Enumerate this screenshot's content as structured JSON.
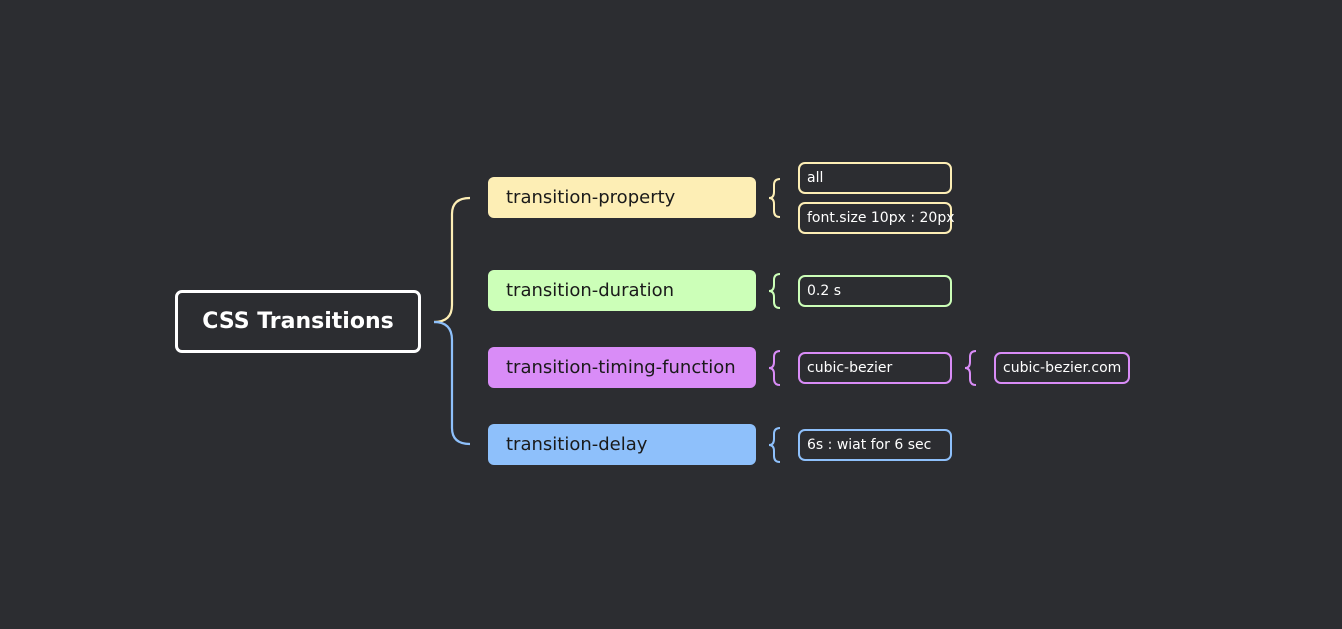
{
  "root": {
    "label": "CSS Transitions"
  },
  "branches": [
    {
      "label": "transition-property",
      "color": "#fdeeb5",
      "leaves": [
        "all",
        "font.size 10px : 20px"
      ]
    },
    {
      "label": "transition-duration",
      "color": "#ccffb8",
      "leaves": [
        "0.2 s"
      ]
    },
    {
      "label": "transition-timing-function",
      "color": "#d98cf7",
      "leaves": [
        "cubic-bezier"
      ],
      "subleaves": [
        "cubic-bezier.com"
      ]
    },
    {
      "label": "transition-delay",
      "color": "#8ec0fb",
      "leaves": [
        "6s : wiat for 6 sec"
      ]
    }
  ],
  "connector_colors": {
    "upper": "#fdeeb5",
    "lower": "#8ec0fb"
  }
}
